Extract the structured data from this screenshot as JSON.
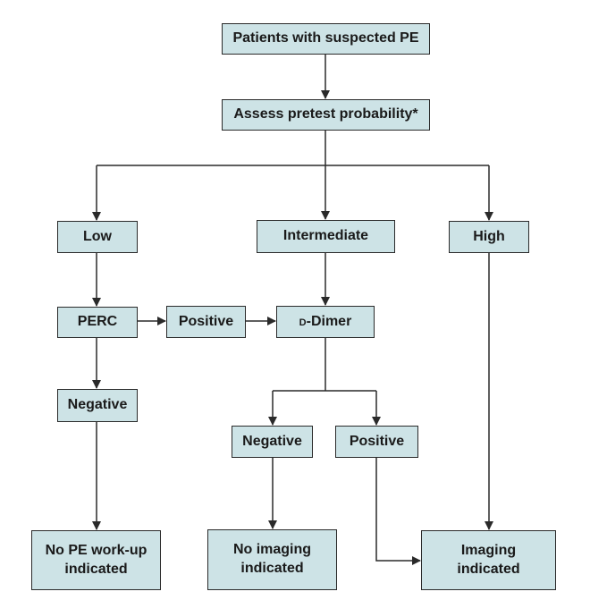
{
  "flowchart": {
    "nodes": {
      "start": "Patients with suspected PE",
      "assess": "Assess pretest probability*",
      "low": "Low",
      "intermediate": "Intermediate",
      "high": "High",
      "perc": "PERC",
      "perc_positive": "Positive",
      "ddimer_prefix": "d",
      "ddimer_suffix": "-Dimer",
      "perc_negative": "Negative",
      "ddimer_negative": "Negative",
      "ddimer_positive": "Positive",
      "no_workup": "No PE work-up\nindicated",
      "no_imaging": "No imaging\nindicated",
      "imaging": "Imaging\nindicated"
    },
    "colors": {
      "box_fill": "#cde3e6",
      "box_border": "#2a2a2a",
      "arrow": "#2a2a2a"
    }
  }
}
